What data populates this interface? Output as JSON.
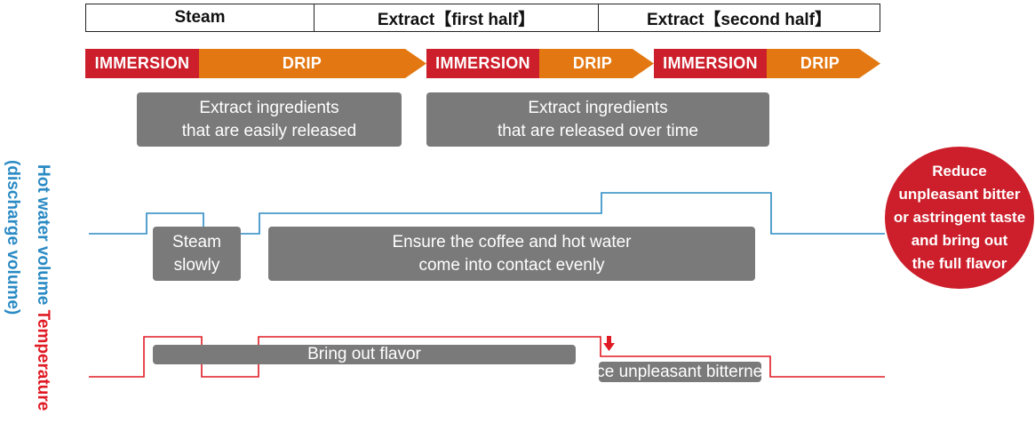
{
  "phases": [
    "Steam",
    "Extract【first half】",
    "Extract【second half】"
  ],
  "segments": [
    {
      "label": "IMMERSION",
      "kind": "immersion"
    },
    {
      "label": "DRIP",
      "kind": "drip"
    },
    {
      "label": "IMMERSION",
      "kind": "immersion"
    },
    {
      "label": "DRIP",
      "kind": "drip"
    },
    {
      "label": "IMMERSION",
      "kind": "immersion"
    },
    {
      "label": "DRIP",
      "kind": "drip"
    }
  ],
  "colors": {
    "immersion": "#cc1f2b",
    "drip": "#e37812",
    "water_line": "#2a8ac4",
    "temp_line": "#e01a24",
    "box": "#7a7a7a",
    "circle": "#cc1f2b"
  },
  "extract_notes": {
    "first": "Extract ingredients\nthat are easily released",
    "second": "Extract ingredients\nthat are released over time"
  },
  "water_notes": {
    "steam": "Steam\nslowly",
    "contact": "Ensure the coffee and hot water\ncome into contact evenly"
  },
  "temp_notes": {
    "flavor": "Bring out flavor",
    "bitter": "Reduce unpleasant bitterness"
  },
  "circle_text": "Reduce\nunpleasant bitter\nor astringent taste\nand bring out\nthe full flavor",
  "axis_labels": {
    "water": "Hot water volume",
    "water_sub": "(discharge volume)",
    "temperature": "Temperature"
  }
}
